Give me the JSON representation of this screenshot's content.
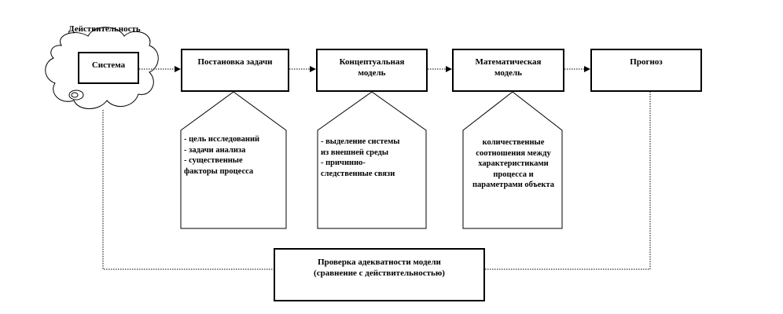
{
  "diagram": {
    "title": "Действительность",
    "nodes": {
      "system": "Система",
      "problem": "Постановка задачи",
      "conceptual": [
        "Концептуальная",
        "модель"
      ],
      "mathematical": [
        "Математическая",
        "модель"
      ],
      "forecast": "Прогноз",
      "check": [
        "Проверка адекватности модели",
        "(сравнение с действительностью)"
      ]
    },
    "notes": {
      "problem": [
        "- цель исследований",
        "- задачи анализа",
        "- существенные",
        "факторы процесса"
      ],
      "conceptual": [
        "- выделение системы",
        "из внешней среды",
        "- причинно-",
        "следственные связи"
      ],
      "mathematical": [
        "количественные",
        "соотношения между",
        "характеристиками",
        "процесса и",
        "параметрами объекта"
      ]
    }
  }
}
